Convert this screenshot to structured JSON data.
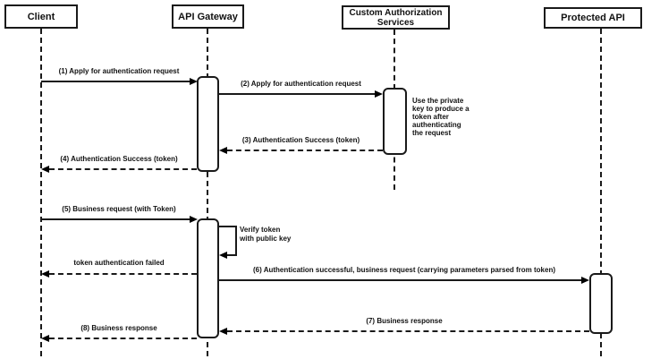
{
  "diagram_type": "uml-sequence-diagram",
  "colors": {
    "background": "#ffffff",
    "stroke": "#1a1a1a",
    "text": "#111111",
    "shape_fill": "#ffffff"
  },
  "actors": [
    {
      "name": "Client"
    },
    {
      "name": "API Gateway"
    },
    {
      "name": "Custom Authorization Services"
    },
    {
      "name": "Protected API"
    }
  ],
  "messages": [
    {
      "label": "(1) Apply for authentication request",
      "from": "Client",
      "to": "API Gateway",
      "line": "solid"
    },
    {
      "label": "(2) Apply for authentication request",
      "from": "API Gateway",
      "to": "Custom Authorization Services",
      "line": "solid"
    },
    {
      "label": "(3) Authentication Success (token)",
      "from": "Custom Authorization Services",
      "to": "API Gateway",
      "line": "dashed"
    },
    {
      "label": "(4) Authentication Success (token)",
      "from": "API Gateway",
      "to": "Client",
      "line": "dashed"
    },
    {
      "label": "(5) Business request (with Token)",
      "from": "Client",
      "to": "API Gateway",
      "line": "solid"
    },
    {
      "label": "Verify token\nwith public key",
      "from": "API Gateway",
      "to": "API Gateway",
      "line": "self"
    },
    {
      "label": "token authentication failed",
      "from": "API Gateway",
      "to": "Client",
      "line": "dashed"
    },
    {
      "label": "(6) Authentication successful, business request (carrying parameters parsed from token)",
      "from": "API Gateway",
      "to": "Protected API",
      "line": "solid"
    },
    {
      "label": "(7) Business response",
      "from": "Protected API",
      "to": "API Gateway",
      "line": "dashed"
    },
    {
      "label": "(8) Business response",
      "from": "API Gateway",
      "to": "Client",
      "line": "dashed"
    }
  ],
  "notes": [
    {
      "text": "Use the private\nkey to produce a\ntoken after\nauthenticating\nthe request",
      "attached_to": "Custom Authorization Services"
    }
  ]
}
